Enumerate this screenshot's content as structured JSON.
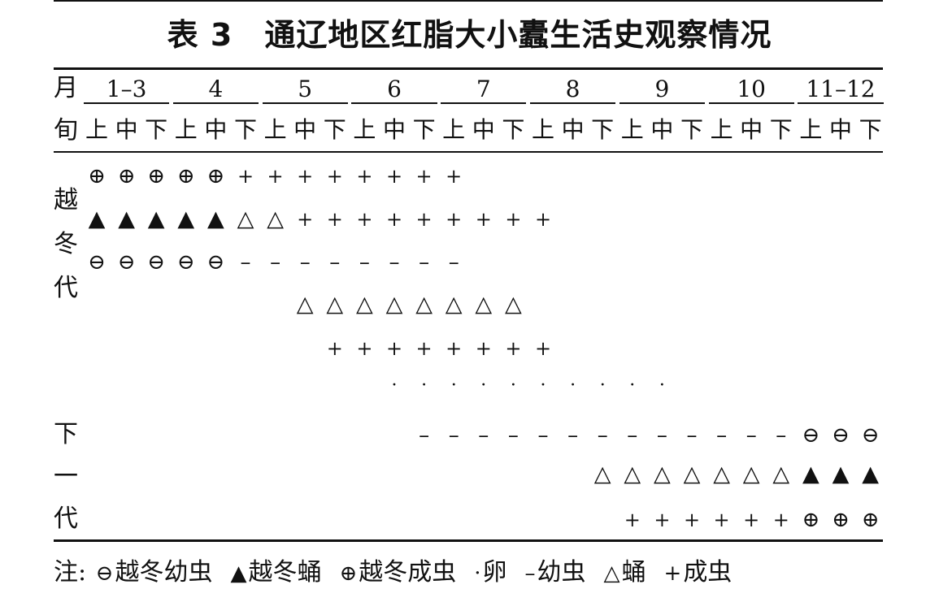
{
  "title": "表 3　通辽地区红脂大小蠹生活史观察情况",
  "header": {
    "month_label": "月",
    "ten_day_label": "旬",
    "months": [
      "1–3",
      "4",
      "5",
      "6",
      "7",
      "8",
      "9",
      "10",
      "11–12"
    ],
    "ten_days": [
      "上",
      "中",
      "下",
      "上",
      "中",
      "下",
      "上",
      "中",
      "下",
      "上",
      "中",
      "下",
      "上",
      "中",
      "下",
      "上",
      "中",
      "下",
      "上",
      "中",
      "下",
      "上",
      "中",
      "下",
      "上",
      "中",
      "下"
    ]
  },
  "group_labels": {
    "overwintering": [
      "越",
      "冬",
      "代"
    ],
    "next_generation": [
      "下",
      "一",
      "代"
    ]
  },
  "symbols": {
    "larva_overwinter": "⊖",
    "pupa_overwinter": "▲",
    "adult_overwinter": "⊕",
    "egg": "·",
    "larva": "–",
    "pupa": "△",
    "adult": "+"
  },
  "rows": [
    "⊕⊕⊕⊕⊕++++++++.............",
    "▲▲▲▲▲△△+++++++++............",
    "⊖⊖⊖⊖⊖--------..............",
    ".......△△△△△△△△............",
    "........++++++++...........",
    "..........··········.......",
    "...........-------------⊖⊖⊖",
    ".................△△△△△△△▲▲▲",
    "..................++++++⊕⊕⊕"
  ],
  "legend": {
    "prefix": "注:",
    "items": [
      {
        "symbol": "⊖",
        "label": "越冬幼虫"
      },
      {
        "symbol": "▲",
        "label": "越冬蛹"
      },
      {
        "symbol": "⊕",
        "label": "越冬成虫"
      },
      {
        "symbol": "·",
        "label": "卵"
      },
      {
        "symbol": "–",
        "label": "幼虫"
      },
      {
        "symbol": "△",
        "label": "蛹"
      },
      {
        "symbol": "+",
        "label": "成虫"
      }
    ]
  }
}
